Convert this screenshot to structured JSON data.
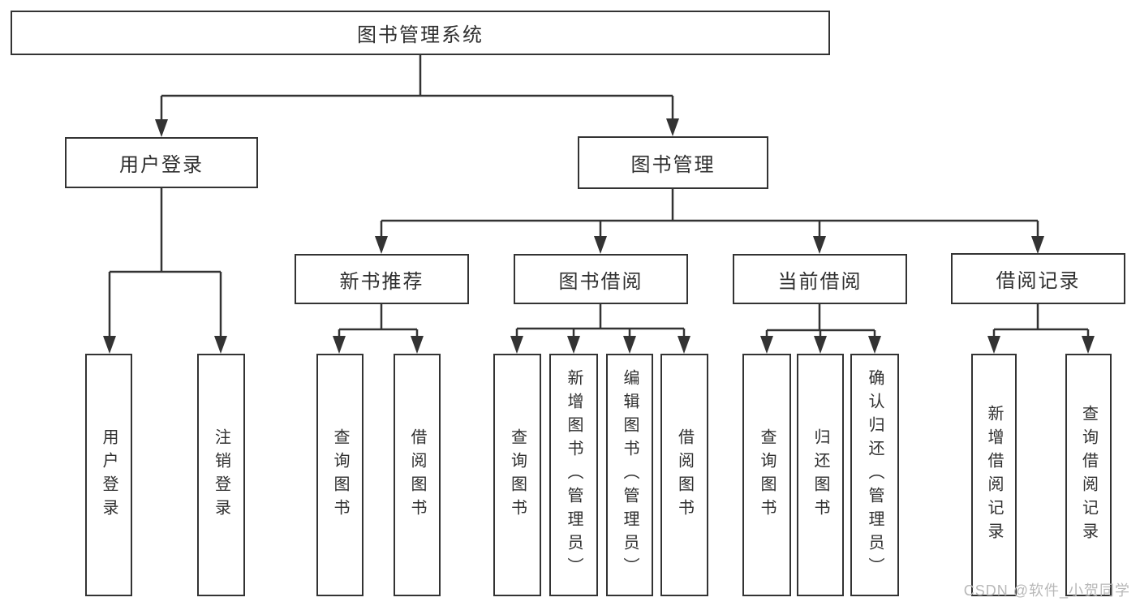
{
  "tree": {
    "root": {
      "label": "图书管理系统"
    },
    "branches": [
      {
        "label": "用户登录",
        "children": [
          {
            "label": "用户登录"
          },
          {
            "label": "注销登录"
          }
        ]
      },
      {
        "label": "图书管理",
        "children": [
          {
            "label": "新书推荐",
            "children": [
              {
                "label": "查询图书"
              },
              {
                "label": "借阅图书"
              }
            ]
          },
          {
            "label": "图书借阅",
            "children": [
              {
                "label": "查询图书"
              },
              {
                "label": "新增图书（管理员）"
              },
              {
                "label": "编辑图书（管理员）"
              },
              {
                "label": "借阅图书"
              }
            ]
          },
          {
            "label": "当前借阅",
            "children": [
              {
                "label": "查询图书"
              },
              {
                "label": "归还图书"
              },
              {
                "label": "确认归还（管理员）"
              }
            ]
          },
          {
            "label": "借阅记录",
            "children": [
              {
                "label": "新增借阅记录"
              },
              {
                "label": "查询借阅记录"
              }
            ]
          }
        ]
      }
    ]
  },
  "watermark": {
    "text": "CSDN @软件_小贺同学",
    "color": "#b8b8b8"
  },
  "colors": {
    "background": "#ffffff",
    "line": "#333333",
    "box_border": "#333333",
    "text": "#2f2f2f"
  }
}
